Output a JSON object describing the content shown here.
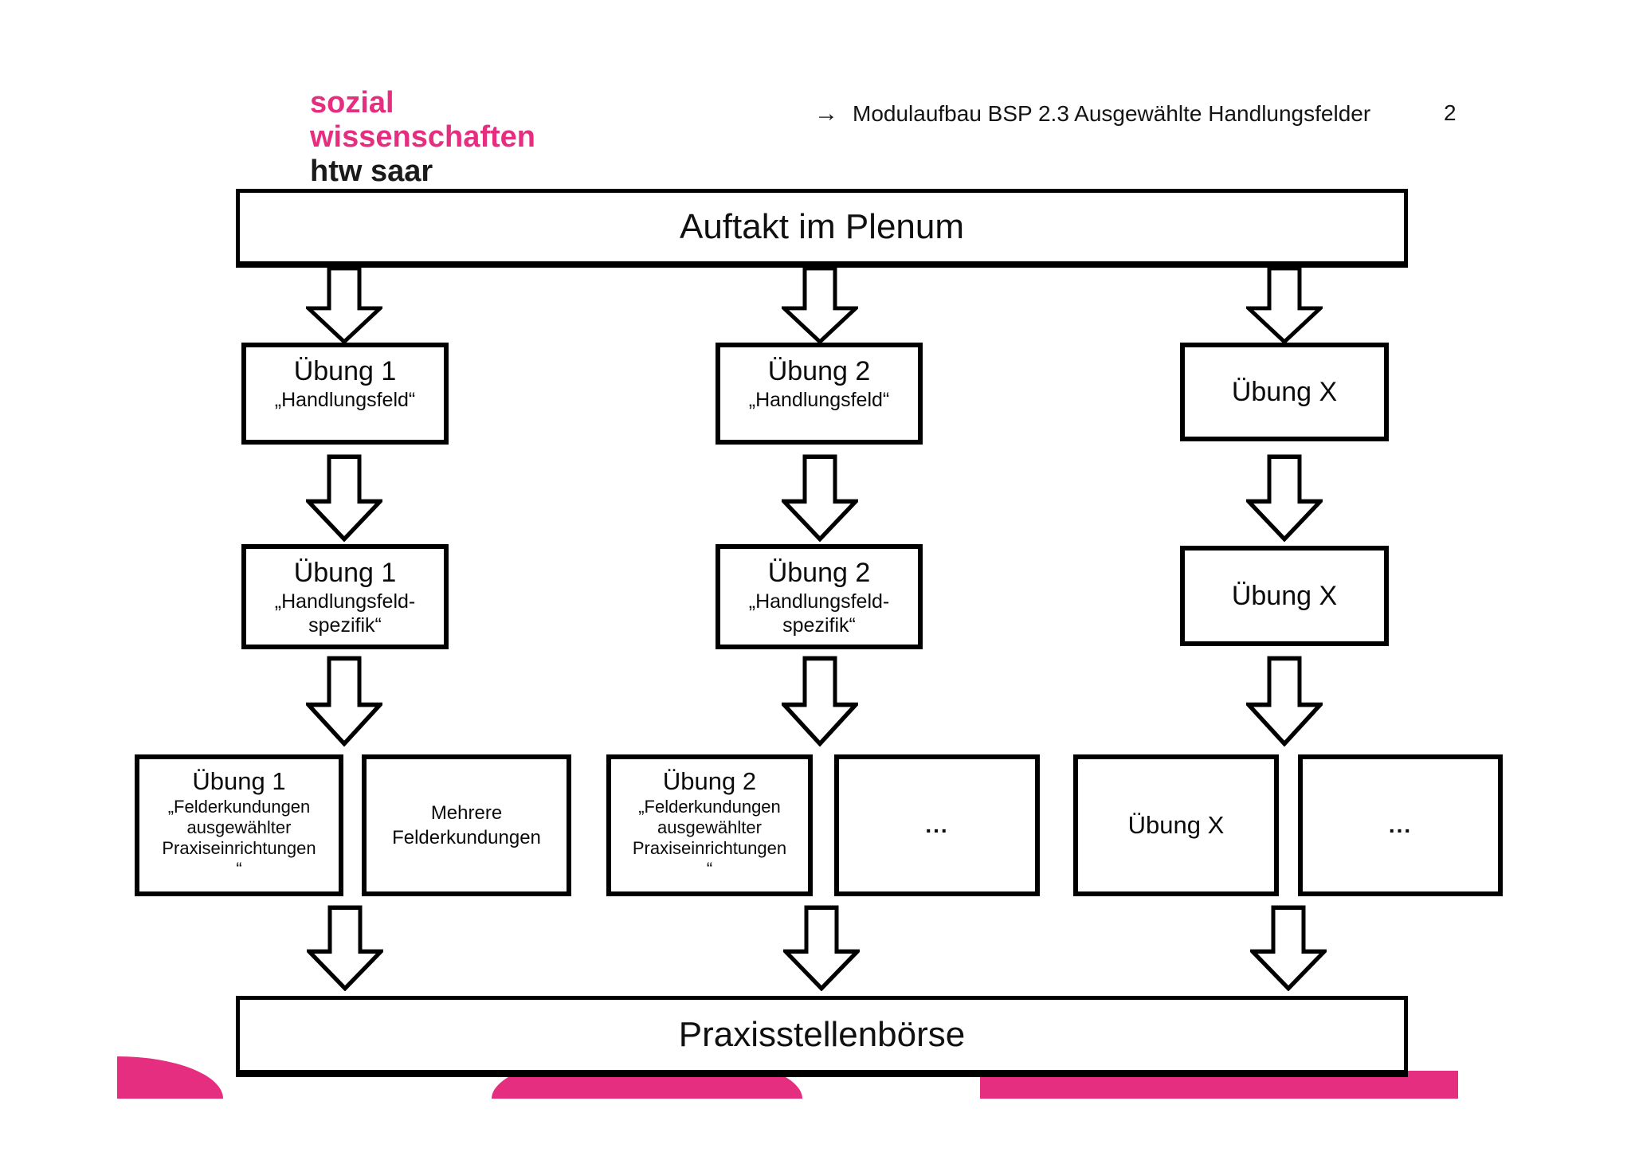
{
  "page": {
    "number": "2"
  },
  "logo": {
    "line1": "sozial",
    "line2": "wissenschaften",
    "line3": "htw saar"
  },
  "header": {
    "arrow": "→",
    "title": "Modulaufbau BSP 2.3 Ausgewählte Handlungsfelder"
  },
  "colors": {
    "pink": "#E62E80",
    "text": "#0b0b0b"
  },
  "flow": {
    "top_label": "Auftakt im Plenum",
    "bottom_label": "Praxisstellenbörse",
    "columns": [
      {
        "r1": {
          "title": "Übung 1",
          "sub": "„Handlungsfeld“"
        },
        "r2": {
          "title": "Übung 1",
          "sub": "„Handlungsfeld-\nspezifik“"
        },
        "r3a": {
          "title": "Übung 1",
          "sub": "„Felderkundungen\nausgewählter\nPraxiseinrichtungen\n“"
        },
        "r3b": {
          "text": "Mehrere\nFelderkundungen"
        }
      },
      {
        "r1": {
          "title": "Übung 2",
          "sub": "„Handlungsfeld“"
        },
        "r2": {
          "title": "Übung 2",
          "sub": "„Handlungsfeld-\nspezifik“"
        },
        "r3a": {
          "title": "Übung 2",
          "sub": "„Felderkundungen\nausgewählter\nPraxiseinrichtungen\n“"
        },
        "r3b": {
          "text": "..."
        }
      },
      {
        "r1": {
          "title": "Übung X"
        },
        "r2": {
          "title": "Übung X"
        },
        "r3a": {
          "title": "Übung X"
        },
        "r3b": {
          "text": "..."
        }
      }
    ]
  }
}
